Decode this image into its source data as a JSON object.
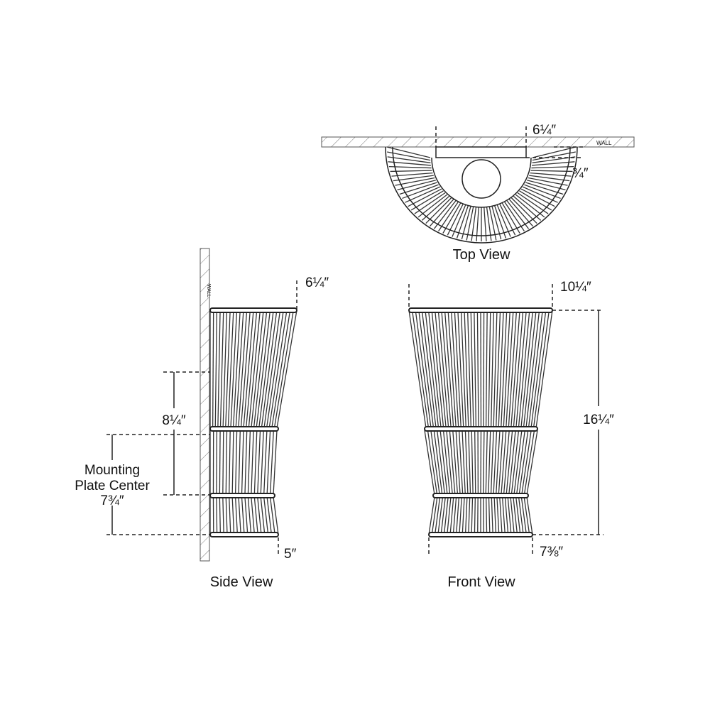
{
  "top_view": {
    "caption": "Top View",
    "wall_label": "WALL",
    "dim_plate_width": "6¼″",
    "dim_plate_depth": "¾″"
  },
  "side_view": {
    "caption": "Side View",
    "wall_label": "WALL",
    "dim_top_depth": "6¼″",
    "dim_plate_height": "8¼″",
    "mounting_label_line1": "Mounting",
    "mounting_label_line2": "Plate Center",
    "mounting_value": "7¾″",
    "dim_bottom_depth": "5″"
  },
  "front_view": {
    "caption": "Front View",
    "dim_top_width": "10¼″",
    "dim_height": "16¼″",
    "dim_bottom_width": "7⅜″"
  },
  "colors": {
    "line": "#222222",
    "background": "#ffffff"
  }
}
